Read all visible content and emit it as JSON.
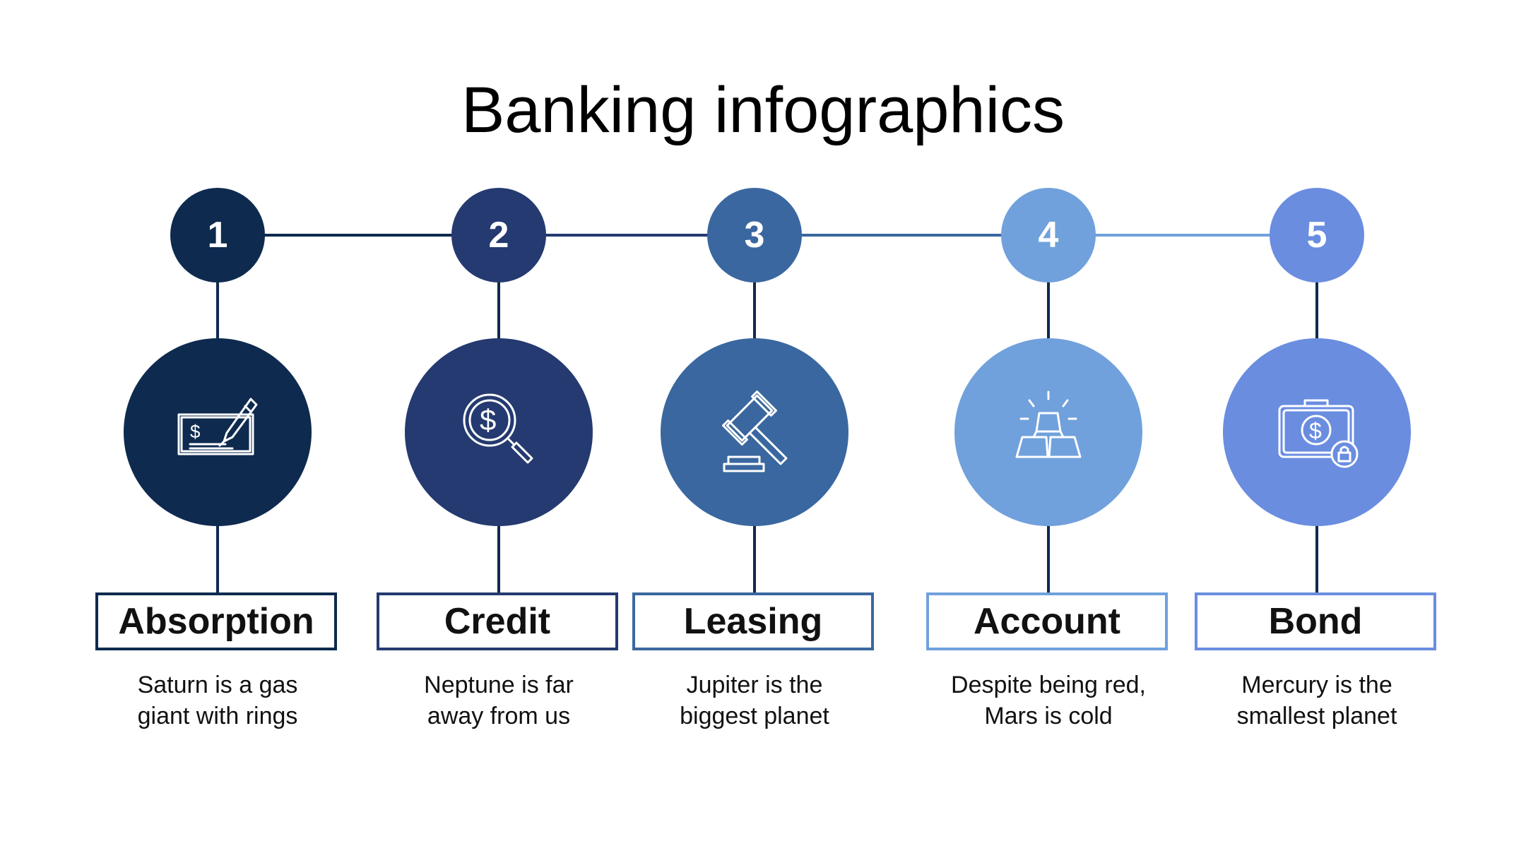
{
  "title": "Banking infographics",
  "colors": {
    "step1": "#0e2a4f",
    "step2": "#243a70",
    "step3": "#3a679f",
    "step4": "#70a1dc",
    "step5": "#6a8de0",
    "connector": "#0e2a4f"
  },
  "steps": [
    {
      "number": "1",
      "label": "Absorption",
      "line1": "Saturn is a gas",
      "line2": "giant with rings",
      "icon": "cheque-pen-icon"
    },
    {
      "number": "2",
      "label": "Credit",
      "line1": "Neptune is far",
      "line2": "away from us",
      "icon": "dollar-search-icon"
    },
    {
      "number": "3",
      "label": "Leasing",
      "line1": "Jupiter is the",
      "line2": "biggest planet",
      "icon": "gavel-icon"
    },
    {
      "number": "4",
      "label": "Account",
      "line1": "Despite being red,",
      "line2": "Mars is cold",
      "icon": "gold-bars-icon"
    },
    {
      "number": "5",
      "label": "Bond",
      "line1": "Mercury is the",
      "line2": "smallest planet",
      "icon": "locked-briefcase-icon"
    }
  ]
}
